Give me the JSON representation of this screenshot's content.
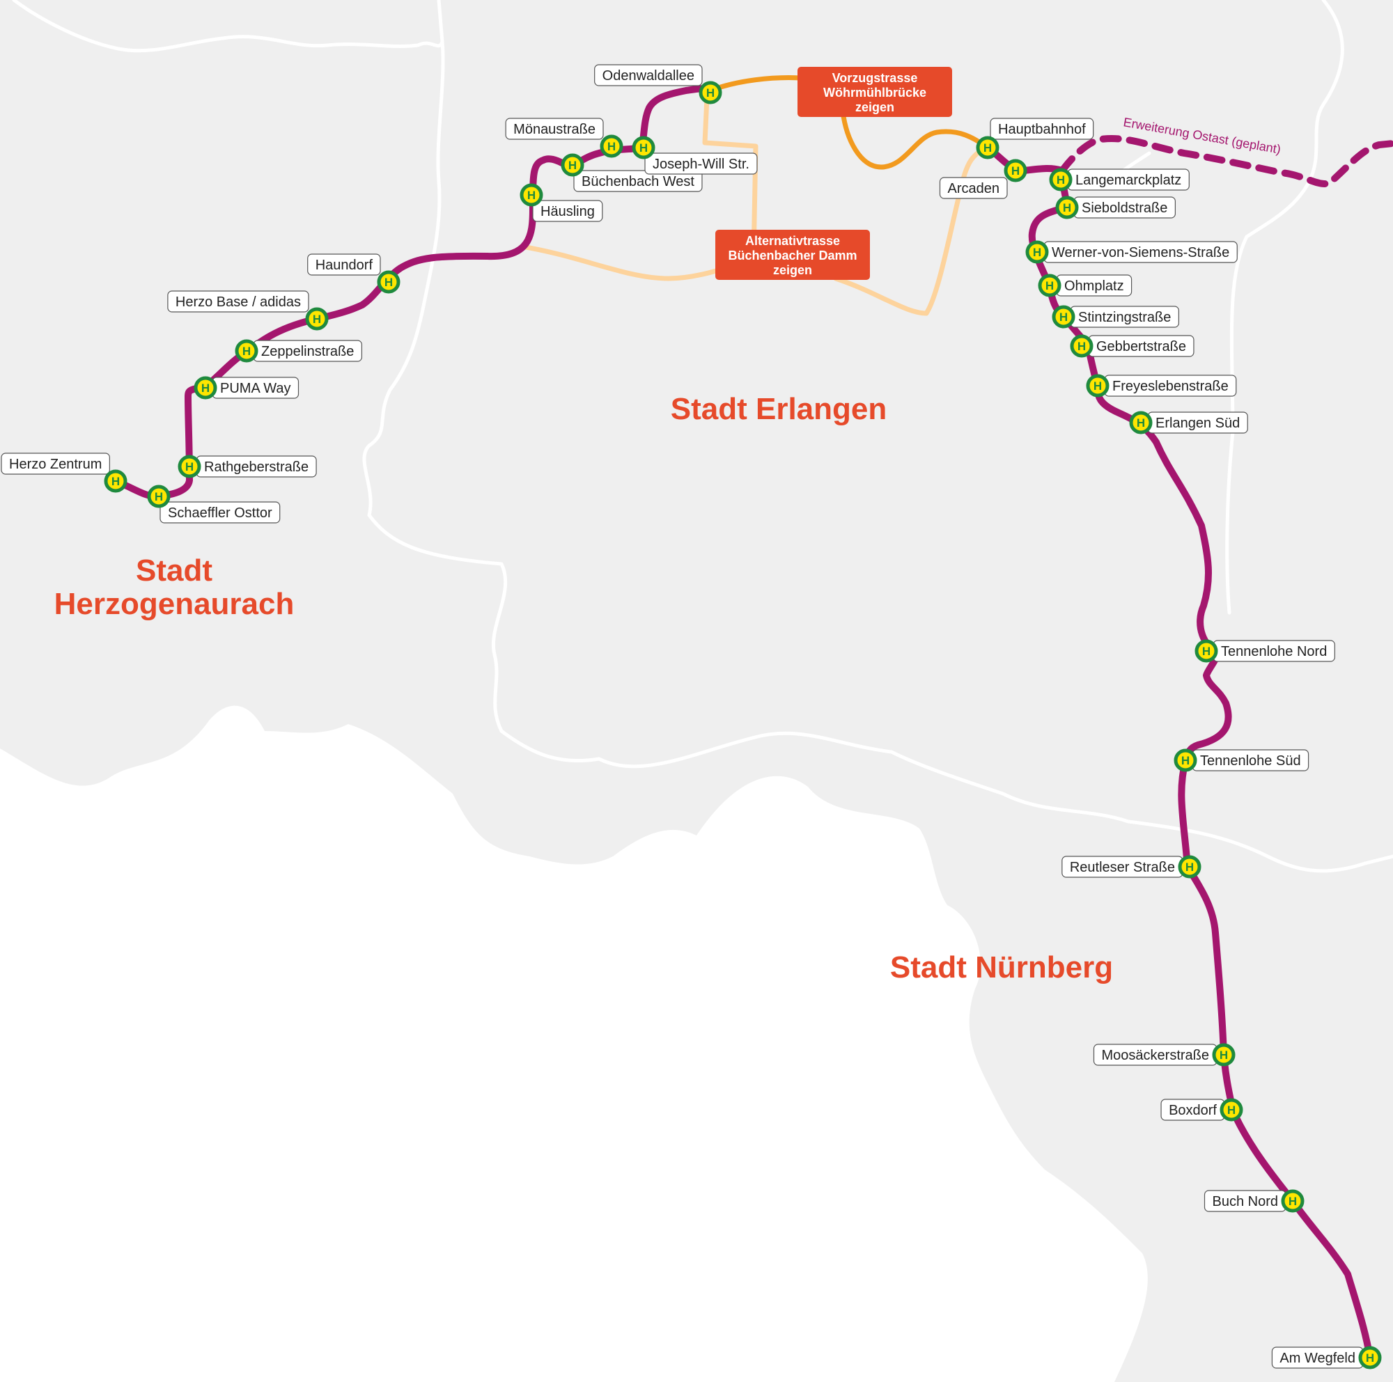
{
  "cities": {
    "herzogenaurach_line1": "Stadt",
    "herzogenaurach_line2": "Herzogenaurach",
    "erlangen": "Stadt Erlangen",
    "nuernberg": "Stadt Nürnberg"
  },
  "buttons": {
    "preferred": [
      "Vorzugstrasse",
      "Wöhrmühlbrücke",
      "zeigen"
    ],
    "alternative": [
      "Alternativtrasse",
      "Büchenbacher Damm",
      "zeigen"
    ]
  },
  "planned_extension": "Erweiterung Ostast (geplant)",
  "stop_symbol": "H",
  "stops": [
    "Herzo Zentrum",
    "Schaeffler Osttor",
    "Rathgeberstraße",
    "PUMA Way",
    "Zeppelinstraße",
    "Herzo Base / adidas",
    "Haundorf",
    "Häusling",
    "Büchenbach West",
    "Mönaustraße",
    "Joseph-Will Str.",
    "Odenwaldallee",
    "Hauptbahnhof",
    "Arcaden",
    "Langemarckplatz",
    "Sieboldstraße",
    "Werner-von-Siemens-Straße",
    "Ohmplatz",
    "Stintzingstraße",
    "Gebbertstraße",
    "Freyeslebenstraße",
    "Erlangen Süd",
    "Tennenlohe Nord",
    "Tennenlohe Süd",
    "Reutleser Straße",
    "Moosäckerstraße",
    "Boxdorf",
    "Buch Nord",
    "Am Wegfeld"
  ],
  "colors": {
    "background_area": "#efefef",
    "outside": "#ffffff",
    "boundary": "#ffffff",
    "main_line": "#a4166e",
    "preferred_route": "#f29a1e",
    "alternative_route": "#fdd39c",
    "button": "#e64a2a",
    "city_text": "#e64a2a",
    "stop_ring": "#1f8a3e",
    "stop_fill": "#ffe600"
  }
}
